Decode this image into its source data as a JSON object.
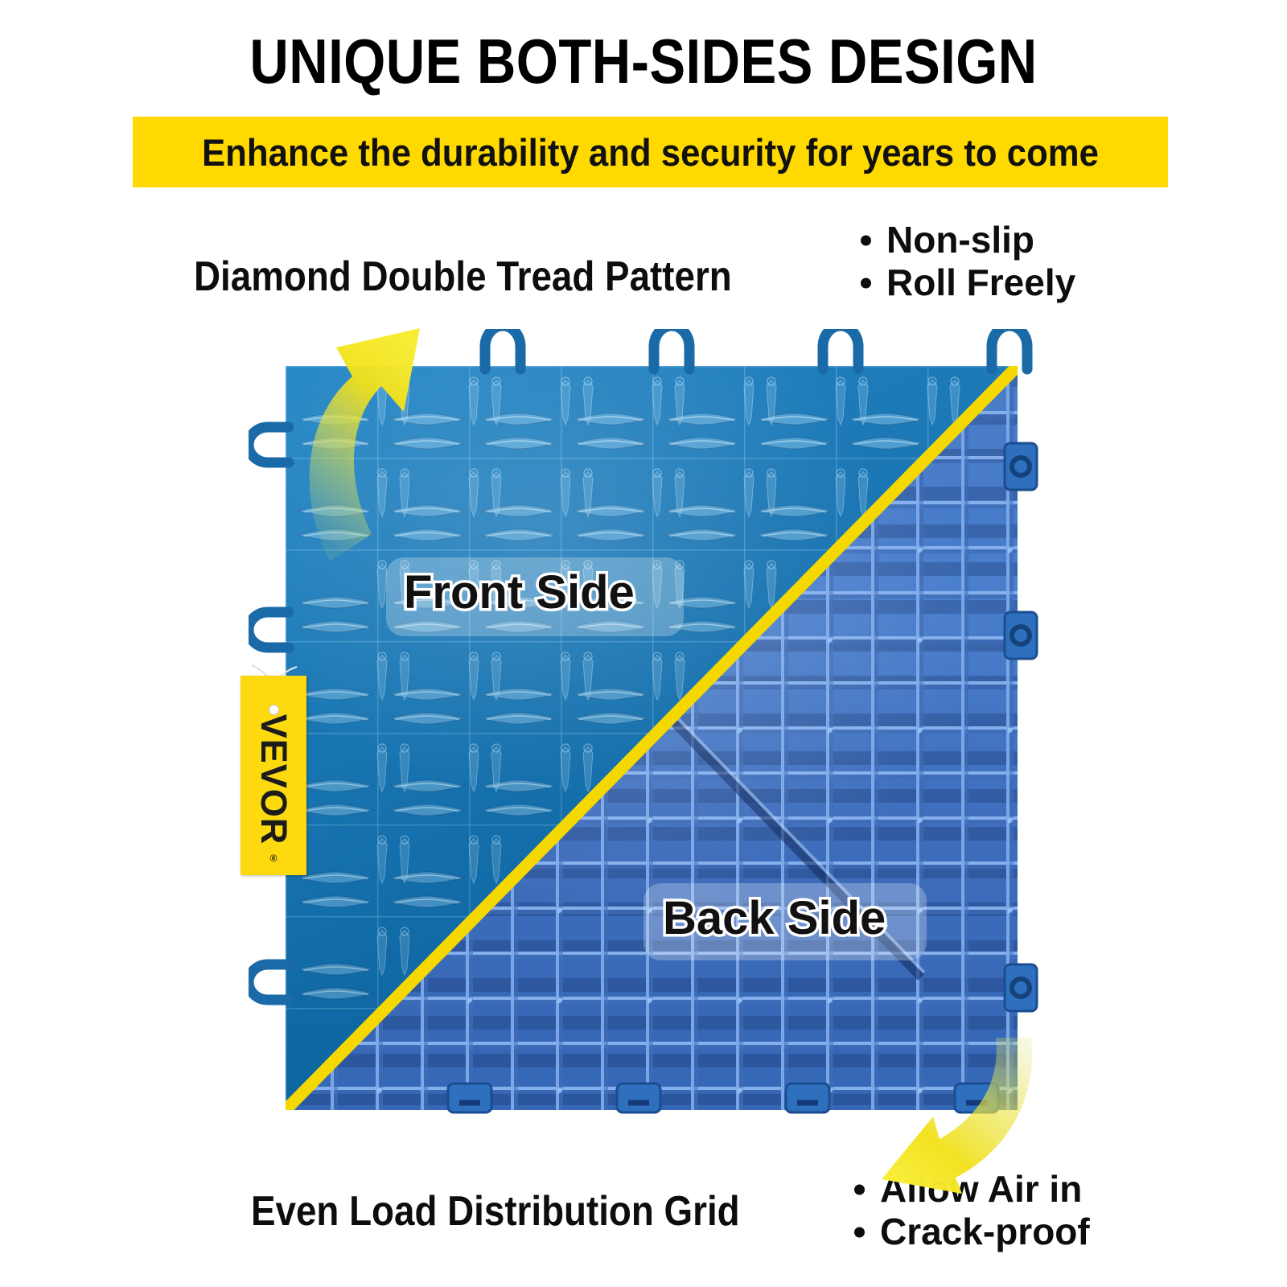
{
  "header": {
    "title": "UNIQUE BOTH-SIDES DESIGN",
    "banner_text": "Enhance the durability and security for years to come",
    "banner_color": "#FFD900",
    "title_color": "#000000"
  },
  "annotations": {
    "tread_label": "Diamond Double Tread Pattern",
    "grid_label": "Even Load Distribution Grid",
    "top_bullets": [
      "Non-slip",
      "Roll Freely"
    ],
    "bottom_bullets": [
      "Allow Air in",
      "Crack-proof"
    ]
  },
  "product": {
    "front_label": "Front Side",
    "back_label": "Back Side",
    "front_color": "#0F72B4",
    "back_color": "#4A7FCD",
    "divider_color": "#F5D800",
    "arrow_color": "#F2E11A"
  },
  "brand": {
    "tag_text": "VEVOR",
    "tag_mark": "®",
    "tag_color": "#FDDA10"
  },
  "icons": {
    "arrow_up": "curved-arrow-up-icon",
    "arrow_down": "curved-arrow-down-icon",
    "bullet": "bullet-dot-icon"
  }
}
